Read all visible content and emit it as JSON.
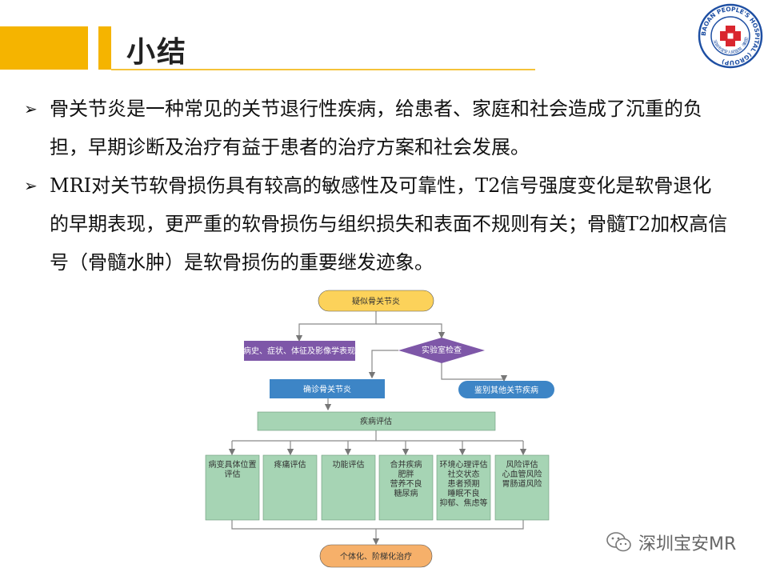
{
  "slide": {
    "title": "小结",
    "bullets": [
      "骨关节炎是一种常见的关节退行性疾病，给患者、家庭和社会造成了沉重的负担，早期诊断及治疗有益于患者的治疗方案和社会发展。",
      "MRI对关节软骨损伤具有较高的敏感性及可靠性，T2信号强度变化是软骨退化的早期表现，更严重的软骨损伤与组织损失和表面不规则有关；骨髓T2加权高信号（骨髓水肿）是软骨损伤的重要继发迹象。"
    ]
  },
  "logo": {
    "ring_text": "BAOAN PEOPLE'S HOSPITAL (GROUP)",
    "inner_text": "深圳市宝安人民医院（集团）"
  },
  "watermark": {
    "text": "深圳宝安MR"
  },
  "flowchart": {
    "start": "疑似骨关节炎",
    "history": "病史、症状、体征及影像学表现",
    "lab": "实验室检查",
    "confirm": "确诊骨关节炎",
    "differential": "鉴别其他关节疾病",
    "assessment": "疾病评估",
    "categories": [
      {
        "title": "病变具体位置",
        "title2": "评估",
        "items": []
      },
      {
        "title": "疼痛评估",
        "title2": "",
        "items": []
      },
      {
        "title": "功能评估",
        "title2": "",
        "items": []
      },
      {
        "title": "合并疾病",
        "title2": "",
        "items": [
          "肥胖",
          "营养不良",
          "糖尿病"
        ]
      },
      {
        "title": "环境心理评估",
        "title2": "",
        "items": [
          "社交状态",
          "患者预期",
          "睡眠不良",
          "抑郁、焦虑等"
        ]
      },
      {
        "title": "风险评估",
        "title2": "",
        "items": [
          "心血管风险",
          "胃肠道风险"
        ]
      }
    ],
    "treatment": "个体化、阶梯化治疗"
  },
  "colors": {
    "accent_yellow": "#F5B400",
    "start_fill": "#FCD25A",
    "purple": "#7E57A8",
    "blue": "#3D85C6",
    "green_fill": "#A6D4B4",
    "orange_fill": "#F6B06A",
    "logo_blue": "#1E4FA3",
    "logo_red": "#D9262E"
  }
}
